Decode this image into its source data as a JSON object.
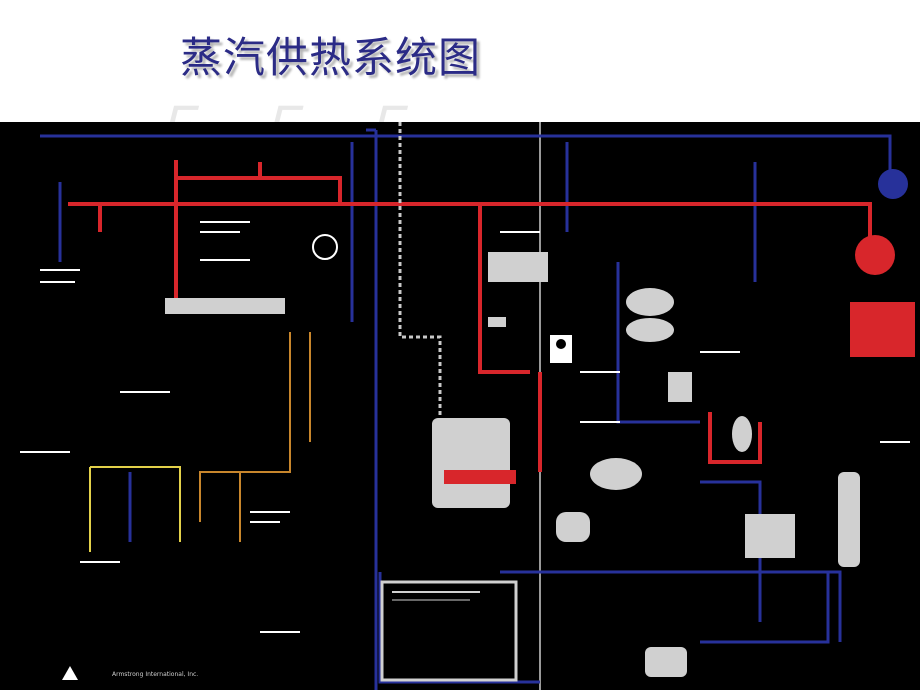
{
  "slide": {
    "title": "蒸汽供热系统图",
    "watermark": "Ｅ Ｅ Ｅ"
  },
  "diagram": {
    "credit": "Armstrong International, Inc.",
    "colors": {
      "background": "#000000",
      "steam_main": "#d8262b",
      "condensate": "#27319a",
      "fuel_line": "#c8862c",
      "water_line": "#e3d14a",
      "equipment": "#d0d0d0",
      "annotation": "#ffffff"
    }
  }
}
